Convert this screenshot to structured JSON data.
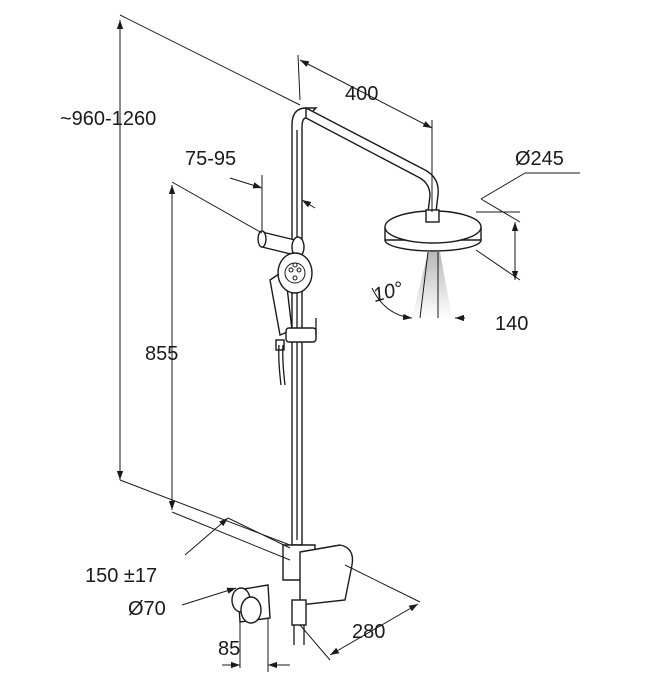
{
  "drawing": {
    "dimensions": {
      "total_height": "~960-1260",
      "arm_length": "400",
      "wall_distance": "75-95",
      "head_diameter": "Ø245",
      "slide_bar_height": "855",
      "head_height": "140",
      "tilt_angle": "10°",
      "valve_spacing": "150 ±17",
      "valve_diameter": "Ø70",
      "valve_depth": "85",
      "valve_width": "280"
    }
  }
}
